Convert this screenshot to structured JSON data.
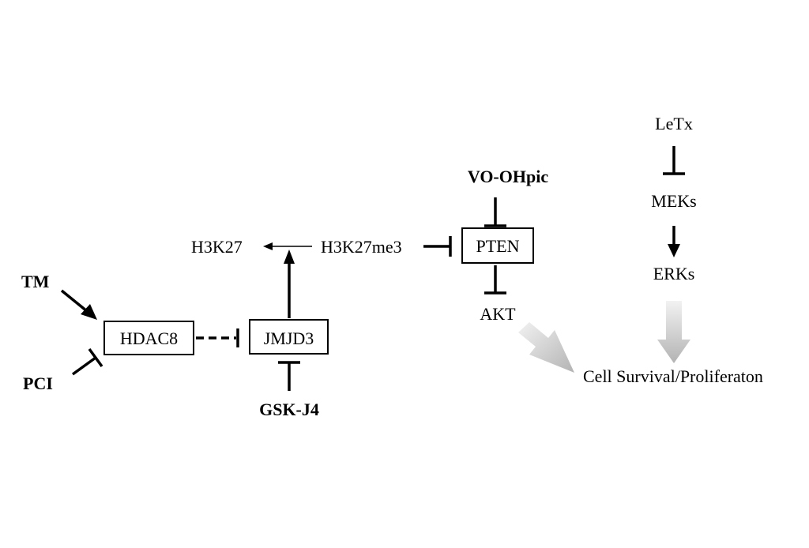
{
  "nodes": {
    "tm": "TM",
    "pci": "PCI",
    "hdac8": "HDAC8",
    "jmjd3": "JMJD3",
    "gsk_j4": "GSK-J4",
    "h3k27": "H3K27",
    "h3k27me3": "H3K27me3",
    "vo_ohpic": "VO-OHpic",
    "pten": "PTEN",
    "akt": "AKT",
    "letx": "LeTx",
    "meks": "MEKs",
    "erks": "ERKs",
    "cell_survival": "Cell Survival/Proliferaton"
  },
  "colors": {
    "line": "#000000",
    "gradient_start": "#f2f2f2",
    "gradient_end": "#b3b3b3"
  }
}
